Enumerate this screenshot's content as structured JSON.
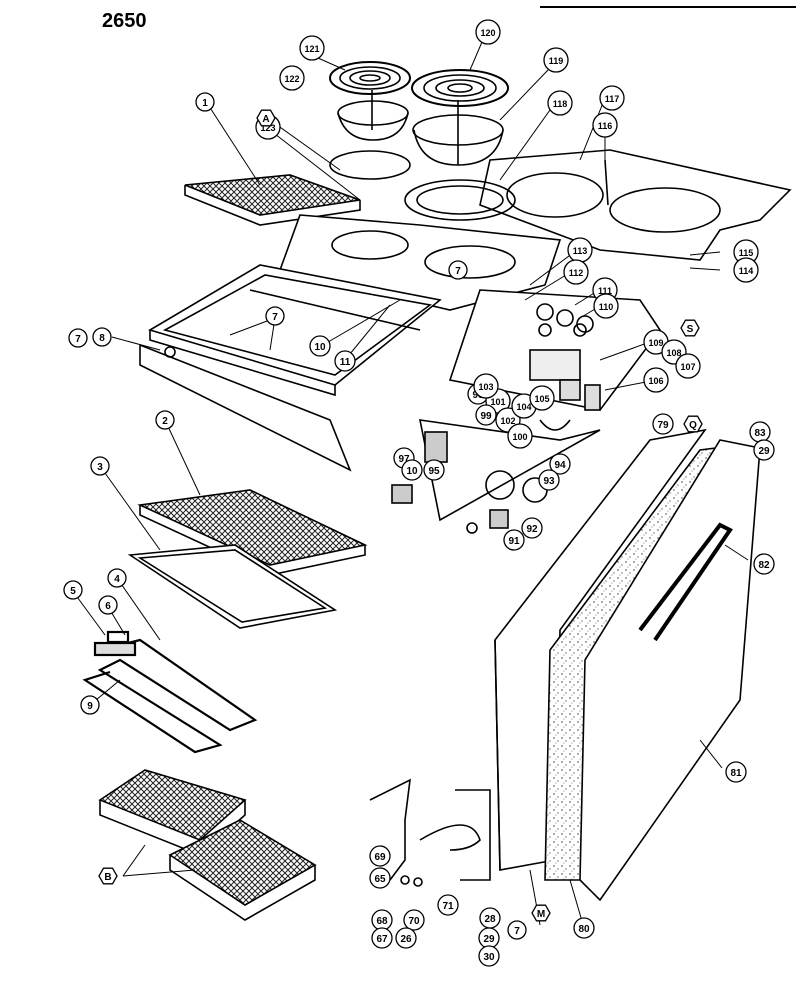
{
  "diagram_number": "2650",
  "callouts": [
    {
      "id": "c121",
      "text": "121"
    },
    {
      "id": "c120",
      "text": "120"
    },
    {
      "id": "c119",
      "text": "119"
    },
    {
      "id": "c122",
      "text": "122"
    },
    {
      "id": "c118",
      "text": "118"
    },
    {
      "id": "c117",
      "text": "117"
    },
    {
      "id": "c123",
      "text": "123"
    },
    {
      "id": "cA",
      "text": "A"
    },
    {
      "id": "c1",
      "text": "1"
    },
    {
      "id": "c116",
      "text": "116"
    },
    {
      "id": "c113",
      "text": "113"
    },
    {
      "id": "c115",
      "text": "115"
    },
    {
      "id": "c112",
      "text": "112"
    },
    {
      "id": "c114",
      "text": "114"
    },
    {
      "id": "c7a",
      "text": "7"
    },
    {
      "id": "c111",
      "text": "111"
    },
    {
      "id": "c110",
      "text": "110"
    },
    {
      "id": "cS",
      "text": "S"
    },
    {
      "id": "c7b",
      "text": "7"
    },
    {
      "id": "c8",
      "text": "8"
    },
    {
      "id": "c7c",
      "text": "7"
    },
    {
      "id": "c10a",
      "text": "10"
    },
    {
      "id": "c11",
      "text": "11"
    },
    {
      "id": "c109",
      "text": "109"
    },
    {
      "id": "c108",
      "text": "108"
    },
    {
      "id": "c107",
      "text": "107"
    },
    {
      "id": "c106",
      "text": "106"
    },
    {
      "id": "c98",
      "text": "98"
    },
    {
      "id": "c101",
      "text": "101"
    },
    {
      "id": "c103",
      "text": "103"
    },
    {
      "id": "c99",
      "text": "99"
    },
    {
      "id": "c102",
      "text": "102"
    },
    {
      "id": "c104",
      "text": "104"
    },
    {
      "id": "c105",
      "text": "105"
    },
    {
      "id": "c100",
      "text": "100"
    },
    {
      "id": "c2",
      "text": "2"
    },
    {
      "id": "c79",
      "text": "79"
    },
    {
      "id": "cQ",
      "text": "Q"
    },
    {
      "id": "c83",
      "text": "83"
    },
    {
      "id": "c29a",
      "text": "29"
    },
    {
      "id": "c97",
      "text": "97"
    },
    {
      "id": "c10b",
      "text": "10"
    },
    {
      "id": "c95",
      "text": "95"
    },
    {
      "id": "c94",
      "text": "94"
    },
    {
      "id": "c93",
      "text": "93"
    },
    {
      "id": "c3",
      "text": "3"
    },
    {
      "id": "c92",
      "text": "92"
    },
    {
      "id": "c91",
      "text": "91"
    },
    {
      "id": "c82",
      "text": "82"
    },
    {
      "id": "c4",
      "text": "4"
    },
    {
      "id": "c5",
      "text": "5"
    },
    {
      "id": "c6",
      "text": "6"
    },
    {
      "id": "c9",
      "text": "9"
    },
    {
      "id": "c81",
      "text": "81"
    },
    {
      "id": "c69",
      "text": "69"
    },
    {
      "id": "c65",
      "text": "65"
    },
    {
      "id": "cB",
      "text": "B"
    },
    {
      "id": "c71",
      "text": "71"
    },
    {
      "id": "c28",
      "text": "28"
    },
    {
      "id": "cM",
      "text": "M"
    },
    {
      "id": "c68",
      "text": "68"
    },
    {
      "id": "c70",
      "text": "70"
    },
    {
      "id": "c7d",
      "text": "7"
    },
    {
      "id": "c80",
      "text": "80"
    },
    {
      "id": "c67",
      "text": "67"
    },
    {
      "id": "c26",
      "text": "26"
    },
    {
      "id": "c29b",
      "text": "29"
    },
    {
      "id": "c30",
      "text": "30"
    }
  ]
}
